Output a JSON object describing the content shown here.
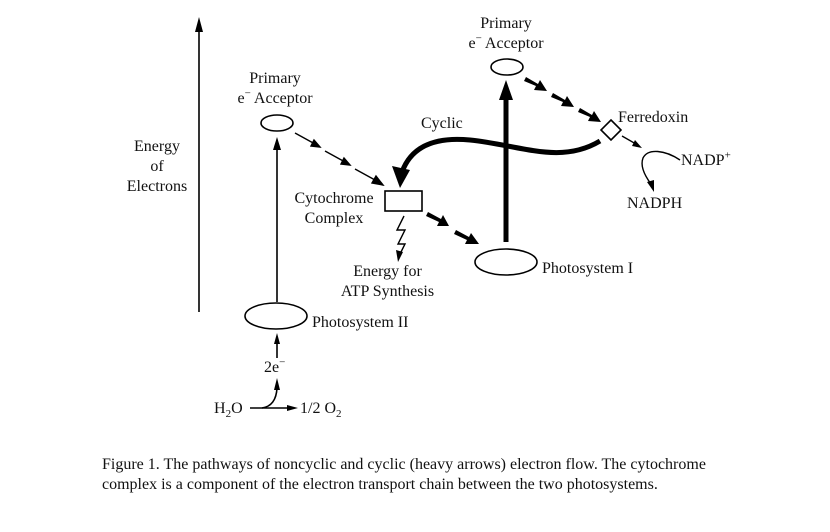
{
  "figure": {
    "axis_label": [
      "Energy",
      "of",
      "Electrons"
    ],
    "ps2_acceptor_label": [
      "Primary",
      "Acceptor"
    ],
    "ps1_acceptor_label": [
      "Primary",
      "Acceptor"
    ],
    "electron_prefix": "e",
    "electron_superscript": "−",
    "cyclic_label": "Cyclic",
    "ferredoxin_label": "Ferredoxin",
    "nadp_label": "NADP",
    "nadp_superscript": "+",
    "nadph_label": "NADPH",
    "cytochrome_label": [
      "Cytochrome",
      "Complex"
    ],
    "atp_label": [
      "Energy for",
      "ATP Synthesis"
    ],
    "photosystem1_label": "Photosystem I",
    "photosystem2_label": "Photosystem II",
    "two_electrons": "2e",
    "two_electrons_superscript": "−",
    "water_label": "H",
    "water_subscript": "2",
    "water_suffix": "O",
    "oxygen_label": "1/2 O",
    "oxygen_subscript": "2"
  },
  "caption": "Figure 1. The pathways of noncyclic and cyclic (heavy arrows) electron flow. The cytochrome complex is a component of the electron transport chain between the two photosystems."
}
